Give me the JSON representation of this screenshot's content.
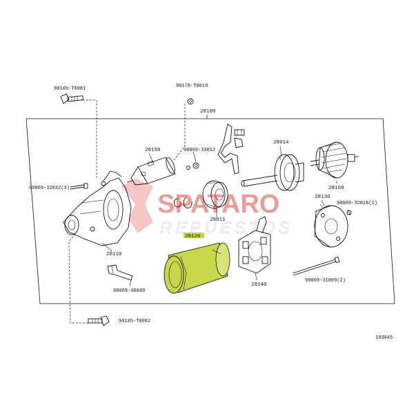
{
  "labels": {
    "bolt_top": "90105-T0081",
    "screw_top": "90178-T0019",
    "assembly": "28100",
    "solenoid": "28150",
    "washer": "90069-33012",
    "plunger_fork": "",
    "armature_shaft": "28014",
    "armature": "28160",
    "bolt_left": "90069-32032(3)",
    "gear": "28011",
    "end_frame": "28130",
    "screw_right": "90069-32018(2)",
    "housing": "28110",
    "yoke": "28120",
    "brush_holder": "28140",
    "through_bolt": "90069-31009(2)",
    "pin": "90069-46049",
    "bolt_bottom": "90105-T0082",
    "diagram_id": "193845"
  },
  "watermark": {
    "brand": "SPATARO",
    "sub": "REPUESTOS",
    "color": "#e04a4a"
  },
  "highlight": {
    "part": "28120",
    "color": "#c8d64a"
  }
}
